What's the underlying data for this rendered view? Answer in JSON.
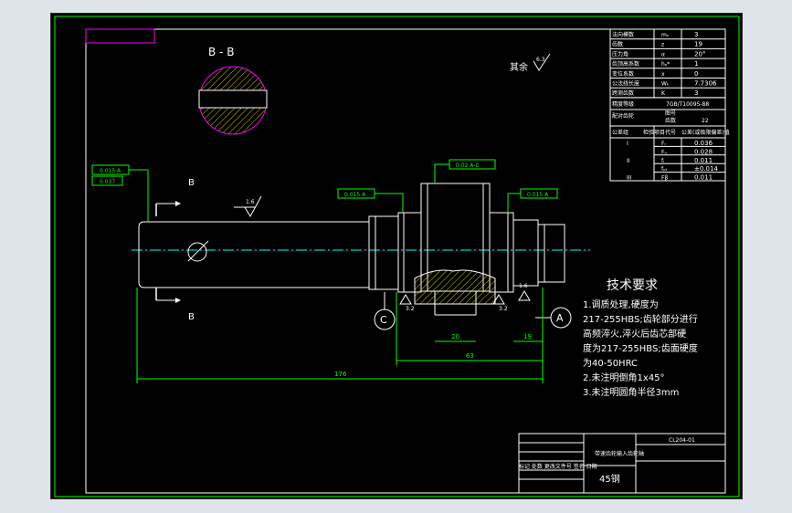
{
  "section_view": {
    "label": "B - B"
  },
  "surface_finish": {
    "label": "其余",
    "value": "6.3"
  },
  "gear_params": [
    {
      "name": "法向模数",
      "symbol": "mₙ",
      "value": "3"
    },
    {
      "name": "齿数",
      "symbol": "z",
      "value": "19"
    },
    {
      "name": "压力角",
      "symbol": "α",
      "value": "20°"
    },
    {
      "name": "齿顶高系数",
      "symbol": "hₐ*",
      "value": "1"
    },
    {
      "name": "变位系数",
      "symbol": "x",
      "value": "0"
    },
    {
      "name": "公法线长度",
      "symbol": "Wₖ",
      "value": "7.7306"
    },
    {
      "name": "跨测齿数",
      "symbol": "K",
      "value": "3"
    }
  ],
  "gear_extra": {
    "accuracy_note": "7GB/T10095-88",
    "precision_label": "精度等级",
    "pair_label": "配对齿轮",
    "pair_tooth_label": "齿数",
    "pair_tooth_value": "22",
    "pair_drawing_label": "图号",
    "tolerance_group_label": "公差组",
    "inspection_label": "检验项目代号",
    "tolerance_label": "公差(或极限偏差)值",
    "groups": [
      {
        "group": "I",
        "code": "Fᵣ",
        "value": "0.036"
      },
      {
        "group": "",
        "code": "Fᵤ",
        "value": "0.028"
      },
      {
        "group": "II",
        "code": "fᵢ",
        "value": "0.011"
      },
      {
        "group": "",
        "code": "fₚₜ",
        "value": "±0.014"
      },
      {
        "group": "III",
        "code": "Fβ",
        "value": "0.011"
      }
    ]
  },
  "annotations": {
    "tol_left_1": "0.015 A",
    "tol_left_2": "0.037",
    "tol_middle": "0.015 A",
    "tol_top": "0.02 A-C",
    "tol_right": "0.015 A",
    "roughness_1": "1.6",
    "roughness_2": "3.2",
    "roughness_3": "3.2",
    "roughness_4": "1.6",
    "datum_c": "C",
    "datum_a": "A",
    "section_mark_top": "B",
    "section_mark_bottom": "B",
    "dim_overall": "176",
    "dim_mid": "63",
    "dim_hub": "20",
    "dim_end": "19"
  },
  "tech_requirements": {
    "title": "技术要求",
    "lines": [
      "1.调质处理,硬度为",
      "217-255HBS;齿轮部分进行",
      "高频淬火,淬火后齿芯部硬",
      "度为217-255HBS;齿面硬度",
      "为40-50HRC",
      "2.未注明倒角1x45°",
      "3.未注明圆角半径3mm"
    ]
  },
  "title_block": {
    "part_name": "带速齿轮输入齿轮轴",
    "drawing_no": "CL204-01",
    "material": "45钢",
    "sign_row": "标记 处数 更改文件号 签名 日期"
  },
  "colors": {
    "background": "#000000",
    "outline": "#ffffff",
    "dimension": "#00ff00",
    "center_line": "#00ffff",
    "magenta": "#ff00ff",
    "hatch": "#ffff00"
  }
}
